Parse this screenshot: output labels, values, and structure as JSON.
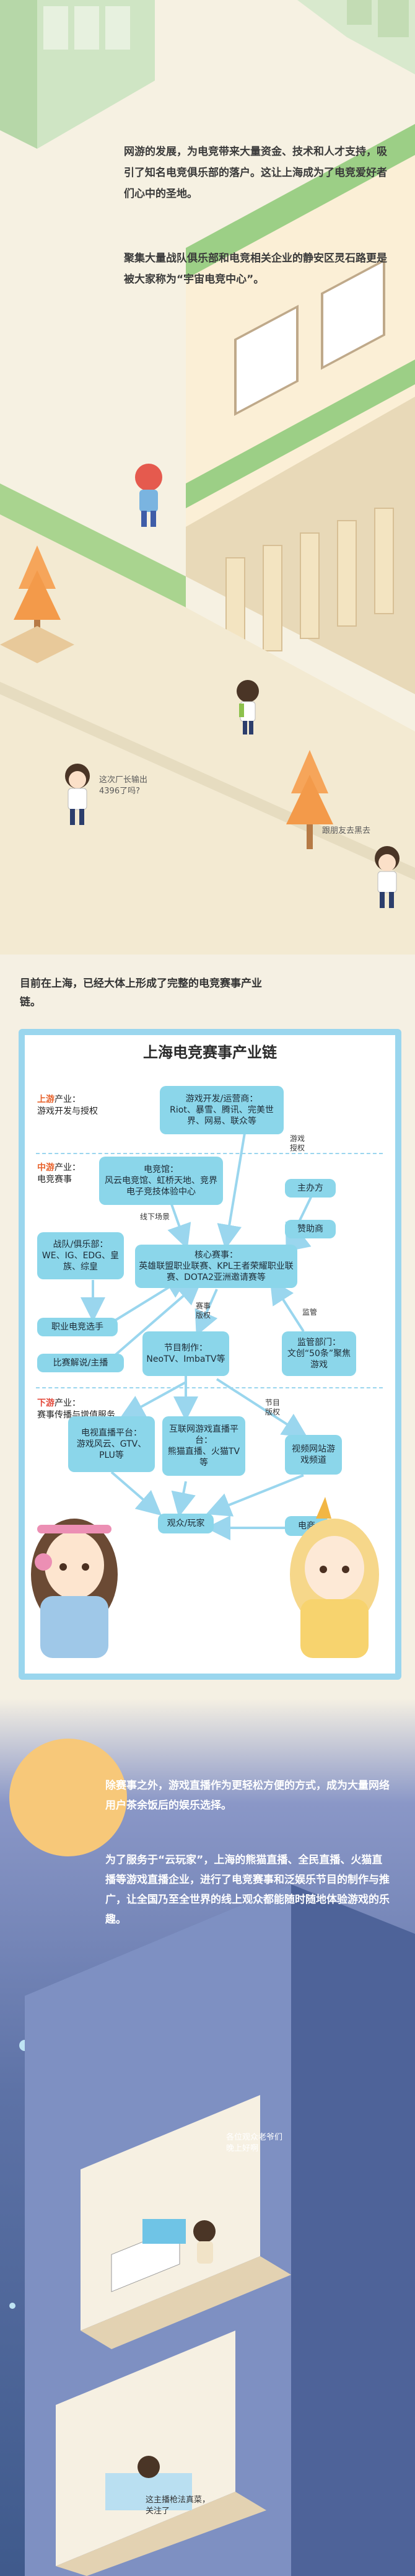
{
  "intro": {
    "p1": "网游的发展，为电竞带来大量资金、技术和人才支持，吸引了知名电竞俱乐部的落户。这让上海成为了电竞爱好者们心中的圣地。",
    "p2": "聚集大量战队俱乐部和电竞相关企业的静安区灵石路更是被大家称为“宇宙电竞中心”。"
  },
  "speech": {
    "boy": "这次厂长输出\n4396了吗?",
    "girl": "跟朋友去黑去"
  },
  "chain_intro": "目前在上海，已经大体上形成了完整的电竞赛事产业链。",
  "chain": {
    "title": "上海电竞赛事产业链",
    "upstream": {
      "tag": "上游",
      "suffix": "产业：",
      "desc": "游戏开发与授权"
    },
    "midstream": {
      "tag": "中游",
      "suffix": "产业：",
      "desc": "电竞赛事"
    },
    "downstream": {
      "tag": "下游",
      "suffix": "产业：",
      "desc": "赛事传播与增值服务"
    },
    "nodes": {
      "dev": "游戏开发/运营商：\nRiot、暴雪、腾讯、完美世界、网易、联众等",
      "venue": "电竞馆：\n风云电竞馆、虹桥天地、竞界电子竞技体验中心",
      "host": "主办方",
      "sponsor": "赞助商",
      "clubs": "战队/俱乐部：\nWE、IG、EDG、皇族、综皇",
      "core": "核心赛事：\n英雄联盟职业联赛、KPL王者荣耀职业联赛、DOTA2亚洲邀请赛等",
      "pro": "职业电竞选手",
      "regulator": "监管部门：\n文创“50条”聚焦游戏",
      "commentary": "比赛解说/主播",
      "production": "节目制作：\nNeoTV、ImbaTV等",
      "tvlive": "电视直播平台：\n游戏风云、GTV、PLU等",
      "netlive": "互联网游戏直播平台：\n熊猫直播、火猫TV等",
      "videosite": "视频网站游戏频道",
      "audience": "观众/玩家",
      "ecommerce": "电商"
    },
    "edge_labels": {
      "game_license": "游戏\n授权",
      "venue_scene": "线下场景",
      "match_rights": "赛事\n版权",
      "supervise": "监管",
      "program_rights": "节目\n版权"
    }
  },
  "outro": {
    "p1": "除赛事之外，游戏直播作为更轻松方便的方式，成为大量网络用户茶余饭后的娱乐选择。",
    "p2": "为了服务于“云玩家”，上海的熊猫直播、全民直播、火猫直播等游戏直播企业，进行了电竞赛事和泛娱乐节目的制作与推广，让全国乃至全世界的线上观众都能随时随地体验游戏的乐趣。"
  },
  "room_texts": {
    "streamer": "各位观众老爷们\n晚上好啊",
    "viewer": "这主播枪法真菜，\n关注了"
  },
  "colors": {
    "node": "#8bd6ea",
    "border": "#9ad6ee",
    "upstream": "#e8632d",
    "night": "#566a98"
  }
}
